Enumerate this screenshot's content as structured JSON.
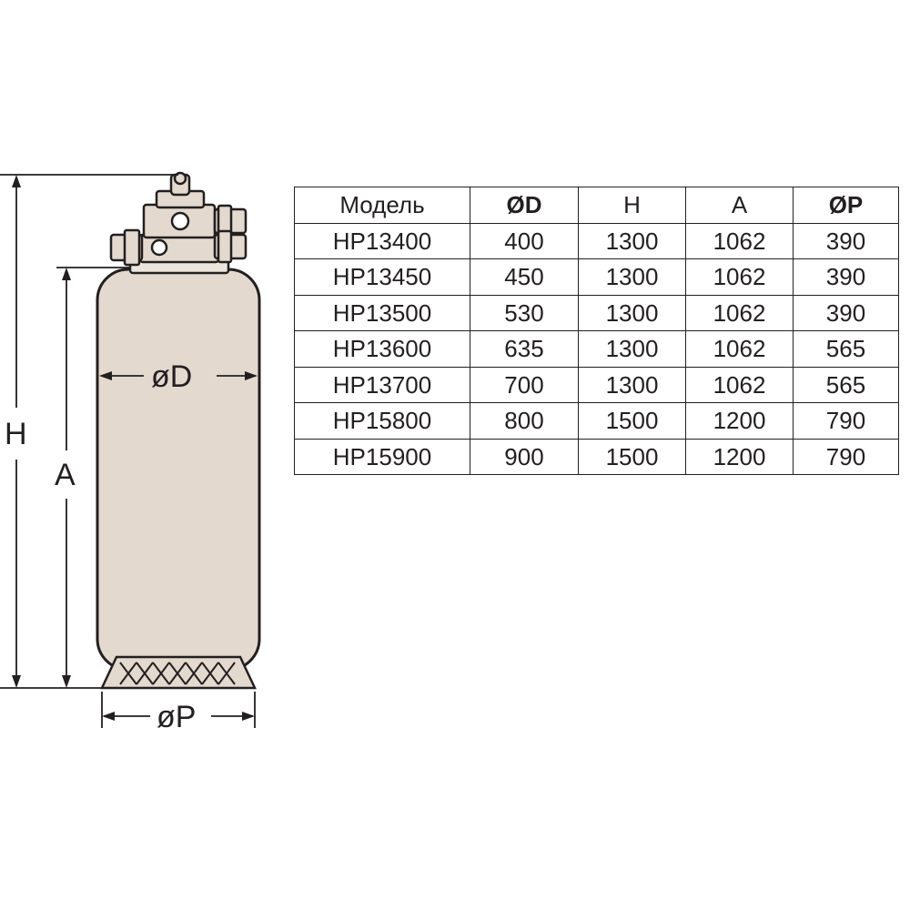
{
  "diagram": {
    "label_H": "H",
    "label_A": "A",
    "label_D": "øD",
    "label_P": "øP"
  },
  "table": {
    "headers": [
      "Модель",
      "ØD",
      "H",
      "A",
      "ØP"
    ],
    "rows": [
      [
        "HP13400",
        "400",
        "1300",
        "1062",
        "390"
      ],
      [
        "HP13450",
        "450",
        "1300",
        "1062",
        "390"
      ],
      [
        "HP13500",
        "530",
        "1300",
        "1062",
        "390"
      ],
      [
        "HP13600",
        "635",
        "1300",
        "1062",
        "565"
      ],
      [
        "HP13700",
        "700",
        "1300",
        "1062",
        "565"
      ],
      [
        "HP15800",
        "800",
        "1500",
        "1200",
        "790"
      ],
      [
        "HP15900",
        "900",
        "1500",
        "1200",
        "790"
      ]
    ]
  },
  "colors": {
    "tank": "#e3d9cf",
    "ink": "#231f20"
  }
}
